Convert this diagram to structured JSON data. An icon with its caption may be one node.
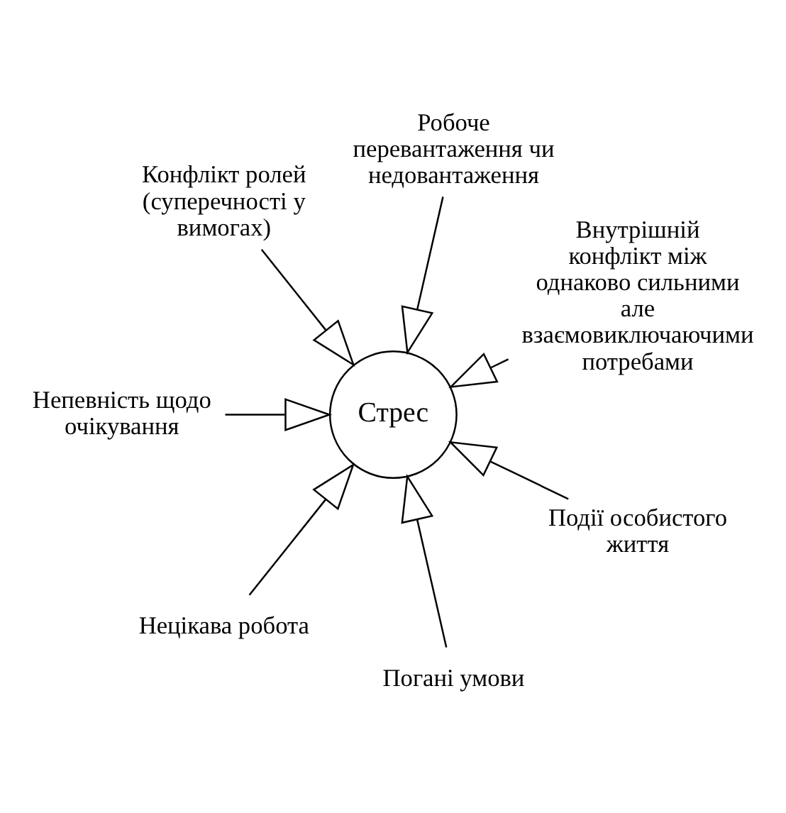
{
  "diagram": {
    "nodes": [
      {
        "text": [
          "Стрес"
        ]
      },
      {
        "text": [
          "Внутрішній конфлікт між однаково сильними але взаємовиключаючими потребами"
        ]
      },
      {
        "text": [
          "Робоче перевантаження чи недовантаження"
        ]
      },
      {
        "text": [
          "Конфлікт ролей (суперечності у вимогах)"
        ]
      },
      {
        "text": [
          "Непевність щодо очікування"
        ]
      },
      {
        "text": [
          "Нецікава робота"
        ]
      },
      {
        "text": [
          "Погані умови"
        ]
      },
      {
        "text": [
          "Події особистого життя"
        ]
      }
    ],
    "edges": [
      {
        "from": 1,
        "to": 0,
        "arrow": "to"
      },
      {
        "from": 2,
        "to": 0,
        "arrow": "to"
      },
      {
        "from": 3,
        "to": 0,
        "arrow": "to"
      },
      {
        "from": 4,
        "to": 0,
        "arrow": "to"
      },
      {
        "from": 5,
        "to": 0,
        "arrow": "to"
      },
      {
        "from": 6,
        "to": 0,
        "arrow": "to"
      },
      {
        "from": 7,
        "to": 0,
        "arrow": "to"
      }
    ]
  }
}
